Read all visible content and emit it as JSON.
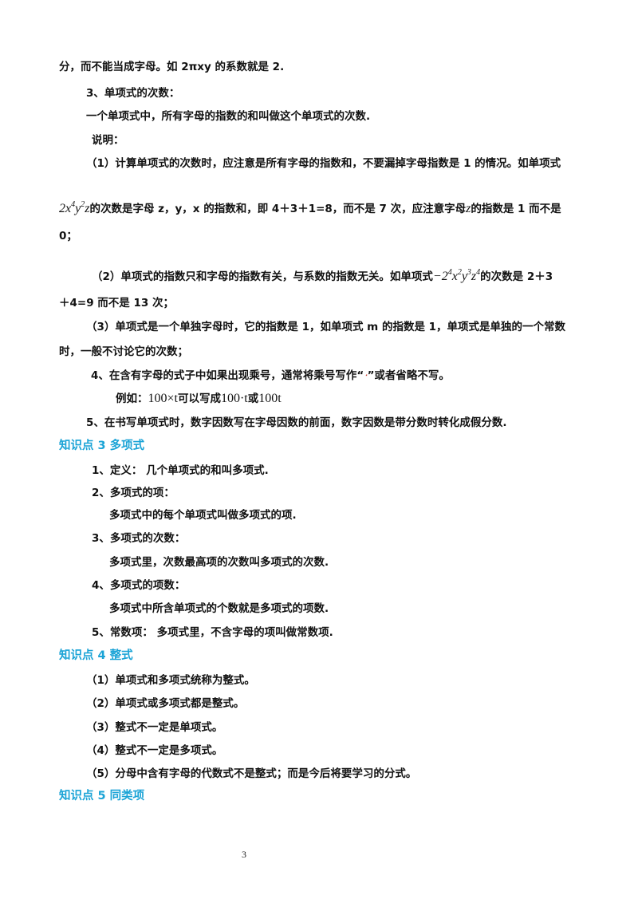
{
  "lines": {
    "l1": "分，而不能当成字母。如 2πxy 的系数就是 2.",
    "l2": "3、单项式的次数：",
    "l3": "一个单项式中，所有字母的指数的和叫做这个单项式的次数.",
    "l4": "说明：",
    "l5": "（1）计算单项式的次数时，应注意是所有字母的指数和，不要漏掉字母指数是 1 的情况。如单项式",
    "l6_math": "2x⁴y²z",
    "l6_text_a": "的次数是字母 z，y，x 的指数和，即 4＋3＋1=8，而不是 7 次，应注意字母",
    "l6_math2": "z",
    "l6_text_b": "的指数是 1 而不是",
    "l7": "0；",
    "l8_text_a": "（2）单项式的指数只和字母的指数有关，与系数的指数无关。如单项式",
    "l8_math": "−2⁴x²y³z⁴",
    "l8_text_b": "的次数是 2＋3",
    "l9": "＋4=9 而不是 13 次；",
    "l10": "（3）单项式是一个单独字母时，它的指数是 1，如单项式 m 的指数是 1，单项式是单独的一个常数",
    "l11": "时，一般不讨论它的次数；",
    "l12_text_a": "4、在含有字母的式子中如果出现乘号，通常将乘号写作“",
    "l12_symbol": "⋅",
    "l12_text_b": "”或者省略不写。",
    "l13_text_a": "例如：",
    "l13_math_a": "100×t",
    "l13_text_b": "可以写成",
    "l13_math_b": "100·t",
    "l13_text_c": "或",
    "l13_math_c": "100t",
    "l14": "5、在书写单项式时，数字因数写在字母因数的前面，数字因数是带分数时转化成假分数.",
    "h3": "知识点 3 多项式",
    "p1": "1、定义： 几个单项式的和叫多项式.",
    "p2": "2、多项式的项：",
    "p3": "多项式中的每个单项式叫做多项式的项.",
    "p4": "3、多项式的次数：",
    "p5": "多项式里，次数最高项的次数叫多项式的次数.",
    "p6": "4、多项式的项数：",
    "p7": "多项式中所含单项式的个数就是多项式的项数.",
    "p8": "5、常数项：  多项式里，不含字母的项叫做常数项.",
    "h4": "知识点 4 整式",
    "z1": "（1）单项式和多项式统称为整式。",
    "z2": "（2）单项式或多项式都是整式。",
    "z3": "（3）整式不一定是单项式。",
    "z4": "（4）整式不一定是多项式。",
    "z5": "（5）分母中含有字母的代数式不是整式；而是今后将要学习的分式。",
    "h5": "知识点 5 同类项"
  },
  "page_number": "3",
  "colors": {
    "heading": "#1aa3d6",
    "text": "#111111",
    "symbol": "#c0392b"
  }
}
